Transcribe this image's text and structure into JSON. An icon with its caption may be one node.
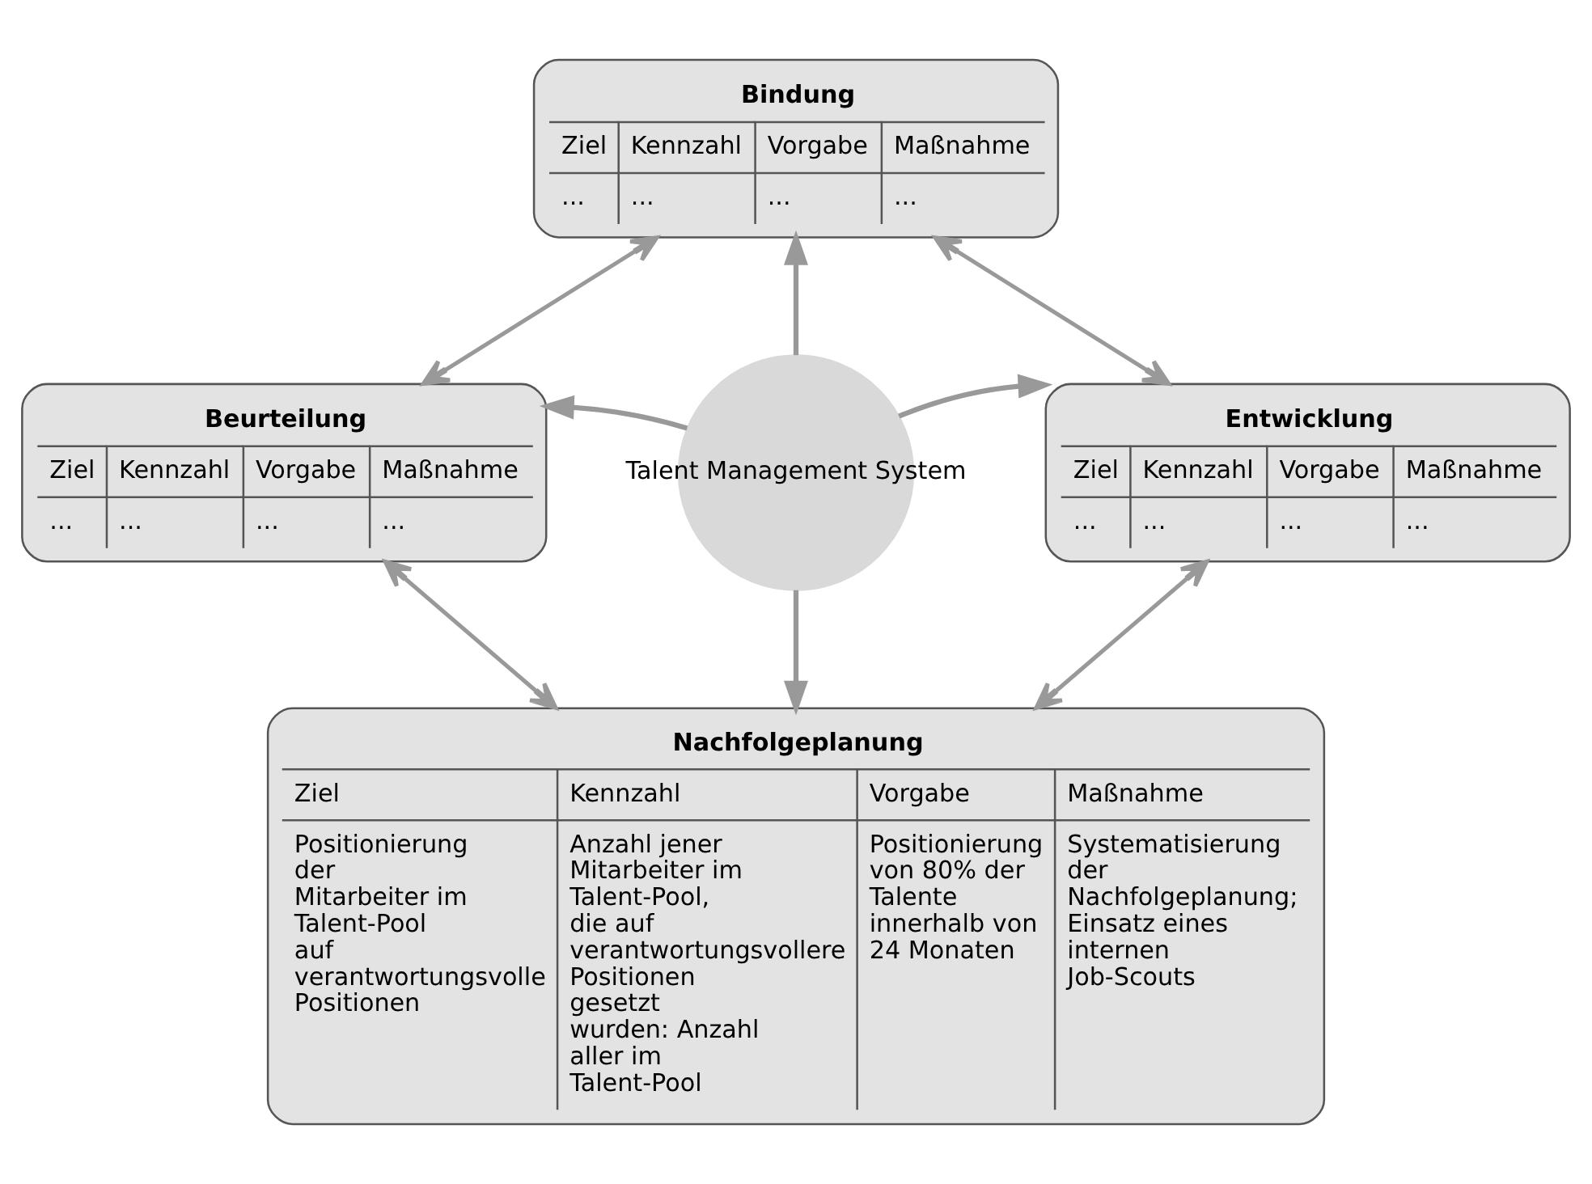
{
  "diagram": {
    "nodes": [
      {
        "text": [
          "Bindung",
          "Ziel",
          "Kennzahl",
          "Vorgabe",
          "Maßnahme",
          "...",
          "...",
          "...",
          "..."
        ]
      },
      {
        "text": [
          "Beurteilung",
          "Ziel",
          "Kennzahl",
          "Vorgabe",
          "Maßnahme",
          "...",
          "...",
          "...",
          "..."
        ]
      },
      {
        "text": [
          "Talent Management System"
        ]
      },
      {
        "text": [
          "Entwicklung",
          "Ziel",
          "Kennzahl",
          "Vorgabe",
          "Maßnahme",
          "...",
          "...",
          "...",
          "..."
        ]
      },
      {
        "text": [
          "Nachfolgeplanung",
          "Ziel",
          "Kennzahl",
          "Vorgabe",
          "Maßnahme",
          "Positionierung der Mitarbeiter im Talent-Pool auf verantwortungsvolle Positionen",
          "Anzahl jener Mitarbeiter im Talent-Pool, die auf verantwortungsvollere Positionen gesetzt wurden: Anzahl aller im Talent-Pool",
          "Positionierung von 80% der Talente innerhalb von 24 Monaten",
          "Systematisierung der Nachfolgeplanung; Einsatz eines internen Job-Scouts"
        ]
      }
    ],
    "edges": [
      {
        "from": 2,
        "to": 0,
        "arrow": "to"
      },
      {
        "from": 2,
        "to": 1,
        "arrow": "to"
      },
      {
        "from": 2,
        "to": 3,
        "arrow": "to"
      },
      {
        "from": 2,
        "to": 4,
        "arrow": "to"
      },
      {
        "from": 1,
        "to": 0,
        "arrow": "both"
      },
      {
        "from": 0,
        "to": 3,
        "arrow": "both"
      },
      {
        "from": 3,
        "to": 4,
        "arrow": "both"
      },
      {
        "from": 4,
        "to": 1,
        "arrow": "both"
      }
    ]
  }
}
